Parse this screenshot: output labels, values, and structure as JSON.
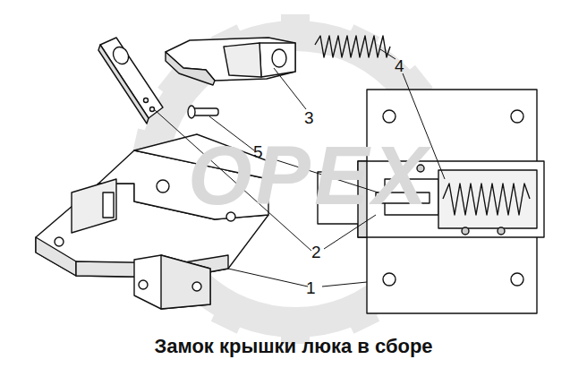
{
  "diagram": {
    "caption": "Замок крышки люка в сборе",
    "labels": [
      "1",
      "2",
      "3",
      "4",
      "5",
      "OPEX"
    ]
  }
}
